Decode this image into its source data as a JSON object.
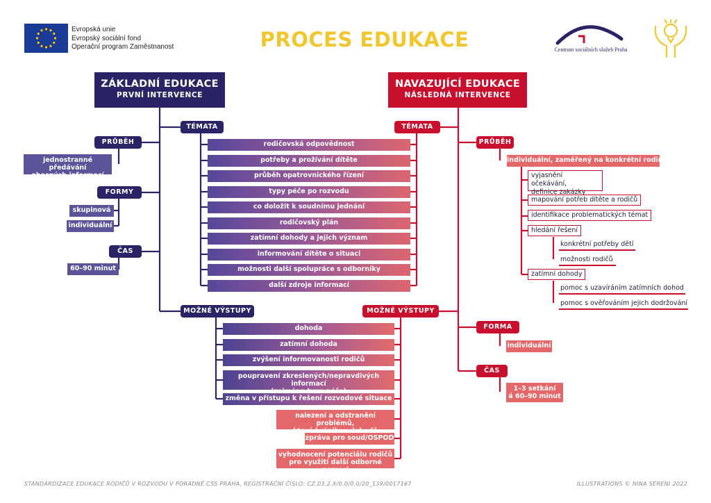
{
  "eu": {
    "line1": "Evropská unie",
    "line2": "Evropský sociální fond",
    "line3": "Operační program Zaměstnanost"
  },
  "title": "PROCES EDUKACE",
  "logo_css": "Centrum sociálních služeb Praha",
  "colors": {
    "navy": "#2a2466",
    "red": "#c8102e",
    "yellow": "#f2c62d",
    "bar_gradient_start": "#56479a",
    "bar_gradient_end": "#dd6670"
  },
  "left": {
    "title": "ZÁKLADNÍ EDUKACE",
    "subtitle": "PRVNÍ INTERVENCE",
    "prubeh_label": "PRŮBĚH",
    "prubeh_value_1": "jednostranné předávání",
    "prubeh_value_2": "obecných informací",
    "formy_label": "FORMY",
    "formy_values": [
      "skupinová",
      "individuální"
    ],
    "cas_label": "ČAS",
    "cas_value": "60–90 minut",
    "temata_label": "TÉMATA",
    "vystupy_label": "MOŽNÉ VÝSTUPY"
  },
  "temata": [
    "rodičovská odpovědnost",
    "potřeby a prožívání dítěte",
    "průběh opatrovnického řízení",
    "typy péče po rozvodu",
    "co doložit k soudnímu jednání",
    "rodičovský plán",
    "zatímní dohody a jejich význam",
    "informování dítěte o situaci",
    "možnosti další spolupráce s odborníky",
    "další zdroje informací"
  ],
  "vystupy_shared": [
    "dohoda",
    "zatímní dohoda",
    "zvýšení informovanosti rodičů"
  ],
  "vystupy_shared_two_line": {
    "line1": "poupravení zkreslených/nepravdivých informací",
    "line2": "(zejména typy péče)"
  },
  "vystupy_shared_last": "změna v přístupu k řešení rozvodové situace",
  "vystupy_right": {
    "item1_line1": "nalezení a odstranění problémů,",
    "item1_line2": "které bránily v dohodě",
    "item2": "zpráva pro soud/OSPOD",
    "item3_line1": "vyhodnocení potenciálu rodičů",
    "item3_line2": "pro využití další odborné pomoci"
  },
  "right": {
    "title": "NAVAZUJÍCÍ EDUKACE",
    "subtitle": "NÁSLEDNÁ INTERVENCE",
    "temata_label": "TÉMATA",
    "vystupy_label": "MOŽNÉ VÝSTUPY",
    "prubeh_label": "PRŮBĚH",
    "prubeh_value": "individuální, zaměřený na konkrétní rodinu",
    "steps": {
      "s1_line1": "vyjasnění očekávání,",
      "s1_line2": "definice zakázky",
      "s2": "mapování potřeb dítěte a rodičů",
      "s3": "identifikace problematických témat",
      "s4": "hledání řešení",
      "s4a": "konkrétní potřeby dětí",
      "s4b": "možnosti rodičů",
      "s5": "zatímní dohody",
      "s5a": "pomoc s uzavíráním zatímních dohod",
      "s5b": "pomoc s ověřováním jejich dodržování"
    },
    "forma_label": "FORMA",
    "forma_value": "individuální",
    "cas_label": "ČAS",
    "cas_value_1": "1–3 setkání",
    "cas_value_2": "á 60–90 minut"
  },
  "footer": {
    "left": "STANDARDIZACE EDUKACE RODIČŮ V ROZVODU V PORADNĚ CSS PRAHA, REGISTRAČNÍ ČÍSLO: CZ.03.2.X/0.0/0.0/20_139/0017167",
    "right": "ILLUSTRATIONS © NINA SERENI 2022"
  }
}
